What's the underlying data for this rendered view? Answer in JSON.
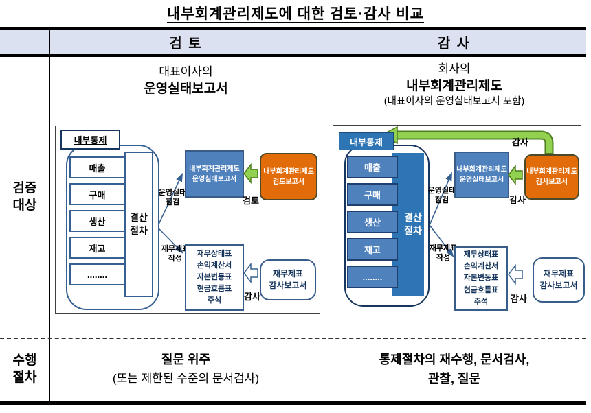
{
  "title": "내부회계관리제도에 대한 검토·감사 비교",
  "header": {
    "review": "검 토",
    "audit": "감 사"
  },
  "rows": {
    "target": "검증\n대상",
    "procedure": "수행\n절차"
  },
  "review": {
    "heading1": "대표이사의",
    "heading2": "운영실태보고서",
    "procedure1": "질문 위주",
    "procedure2": "(또는 제한된 수준의 문서검사)",
    "diagram": {
      "internal_control": "내부통제",
      "processes": [
        "매출",
        "구매",
        "생산",
        "재고",
        "........"
      ],
      "closing": "결산\n절차",
      "label_ops_check": "운영실태\n점검",
      "label_fs_prep": "재무제표\n작성",
      "box_ops_report": "내부회계관리제도\n운영실태보고서",
      "box_review_report": "내부회계관리제도\n검토보고서",
      "label_review": "검토",
      "box_fs": "재무상태표\n손익계산서\n자본변동표\n현금흐름표\n주석",
      "box_fs_audit_report": "재무제표\n감사보고서",
      "label_audit": "감사"
    }
  },
  "audit": {
    "heading1": "회사의",
    "heading2": "내부회계관리제도",
    "heading3": "(대표이사의 운영실태보고서 포함)",
    "procedure1": "통제절차의 재수행, 문서검사,",
    "procedure2": "관찰, 질문",
    "diagram": {
      "internal_control": "내부통제",
      "processes": [
        "매출",
        "구매",
        "생산",
        "재고",
        "........"
      ],
      "closing": "결산\n절차",
      "label_ops_check": "운영실태\n점검",
      "label_fs_prep": "재무제표\n작성",
      "box_ops_report": "내부회계관리제도\n운영실태보고서",
      "box_audit_report": "내부회계관리제도\n감사보고서",
      "label_audit_top": "감사",
      "label_audit_mid": "감사",
      "box_fs": "재무상태표\n손익계산서\n자본변동표\n현금흐름표\n주석",
      "box_fs_audit_report": "재무제표\n감사보고서",
      "label_audit_bottom": "감사"
    }
  },
  "colors": {
    "header_bg": "#dce1f1",
    "blue_box": "#4f81bd",
    "strong_blue": "#2e75b6",
    "orange": "#e36c0a",
    "green": "#92d050",
    "navy_text": "#17365d"
  }
}
